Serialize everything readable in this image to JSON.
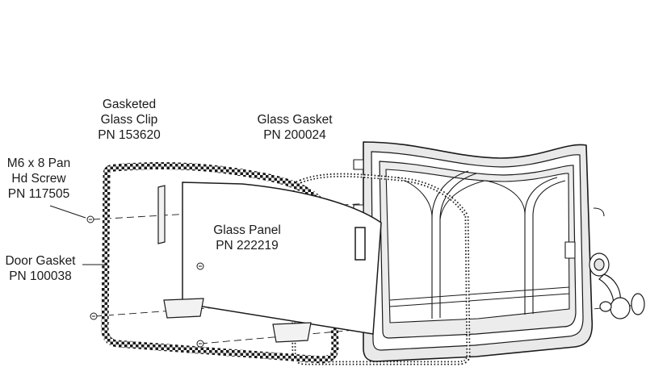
{
  "diagram": {
    "labels": {
      "glass_clip": {
        "line1": "Gasketed",
        "line2": "Glass Clip",
        "line3": "PN 153620"
      },
      "glass_gasket": {
        "line1": "Glass Gasket",
        "line2": "PN 200024"
      },
      "screw": {
        "line1": "M6 x 8 Pan",
        "line2": "Hd Screw",
        "line3": "PN 117505"
      },
      "glass_panel": {
        "line1": "Glass Panel",
        "line2": "PN 222219"
      },
      "door_gasket": {
        "line1": "Door Gasket",
        "line2": "PN 100038"
      }
    },
    "colors": {
      "ink": "#1a1a1a",
      "background": "#ffffff"
    }
  }
}
